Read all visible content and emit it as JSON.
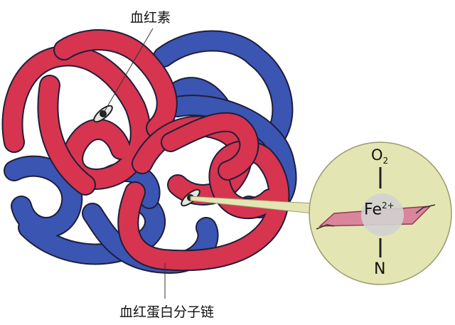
{
  "labels": {
    "heme": "血红素",
    "chain": "血红蛋白分子链"
  },
  "inset": {
    "o2": "O",
    "o2_sub": "2",
    "fe": "Fe",
    "fe_sup": "2+",
    "n": "N"
  },
  "colors": {
    "alpha_chain": "#d7344f",
    "beta_chain": "#3b55b3",
    "inset_bg": "#e3e6b2",
    "heme_plane": "#d9869c"
  }
}
